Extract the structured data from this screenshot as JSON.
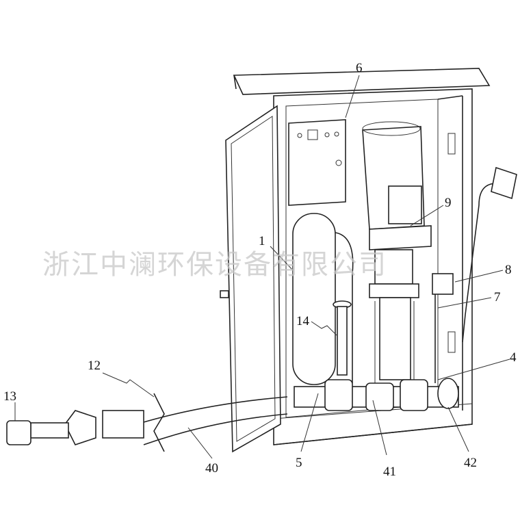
{
  "figure": {
    "watermark": "浙江中澜环保设备有限公司",
    "labels": {
      "l6": "6",
      "l1": "1",
      "l9": "9",
      "l8": "8",
      "l7": "7",
      "l4": "4",
      "l14": "14",
      "l12": "12",
      "l13": "13",
      "l5": "5",
      "l41": "41",
      "l42": "42",
      "l40": "40"
    }
  }
}
